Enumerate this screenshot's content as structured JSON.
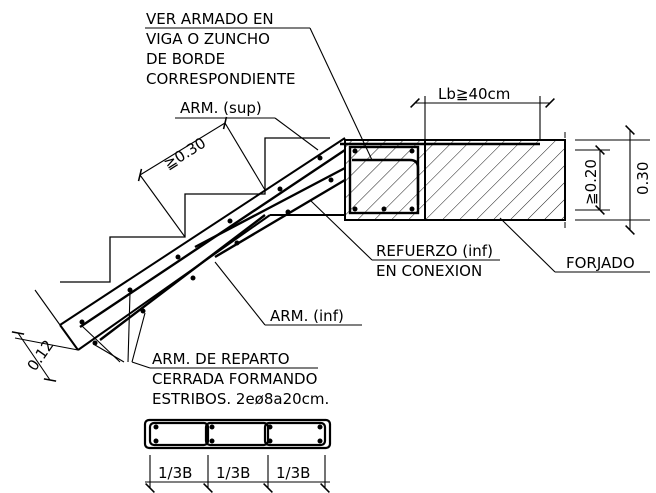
{
  "labels": {
    "ver_armado_1": "VER ARMADO EN",
    "ver_armado_2": "VIGA O ZUNCHO",
    "ver_armado_3": "DE BORDE",
    "ver_armado_4": "CORRESPONDIENTE",
    "arm_sup": "ARM. (sup)",
    "arm_inf": "ARM. (inf)",
    "refuerzo_1": "REFUERZO (inf)",
    "refuerzo_2": "EN CONEXION",
    "forjado": "FORJADO",
    "reparto_1": "ARM. DE REPARTO",
    "reparto_2": "CERRADA FORMANDO",
    "reparto_3": "ESTRIBOS. 2eø8a20cm."
  },
  "dimensions": {
    "lb": "Lb≧40cm",
    "slab_min": "≧0.30",
    "thickness": "0.12",
    "beam_min": "≧0.20",
    "total": "0.30",
    "third": "1/3B"
  },
  "colors": {
    "ink": "#000000",
    "background": "#ffffff"
  }
}
